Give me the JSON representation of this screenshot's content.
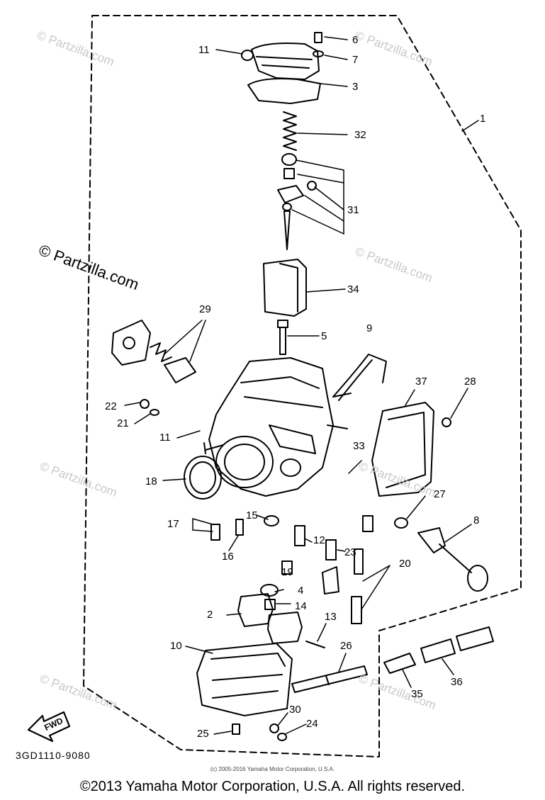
{
  "diagram": {
    "callouts": [
      "1",
      "2",
      "3",
      "4",
      "5",
      "6",
      "7",
      "8",
      "9",
      "10",
      "11",
      "11",
      "12",
      "13",
      "14",
      "15",
      "16",
      "17",
      "18",
      "19",
      "20",
      "21",
      "22",
      "23",
      "24",
      "25",
      "26",
      "27",
      "28",
      "29",
      "30",
      "31",
      "32",
      "33",
      "34",
      "35",
      "36",
      "37"
    ],
    "watermark": "© Partzilla.com",
    "fwd_label": "FWD",
    "part_code": "3GD1110-9080",
    "small_copyright": "(c) 2005-2016 Yamaha Motor Corporation, U.S.A.",
    "copyright": "©2013 Yamaha Motor Corporation, U.S.A. All rights reserved."
  }
}
